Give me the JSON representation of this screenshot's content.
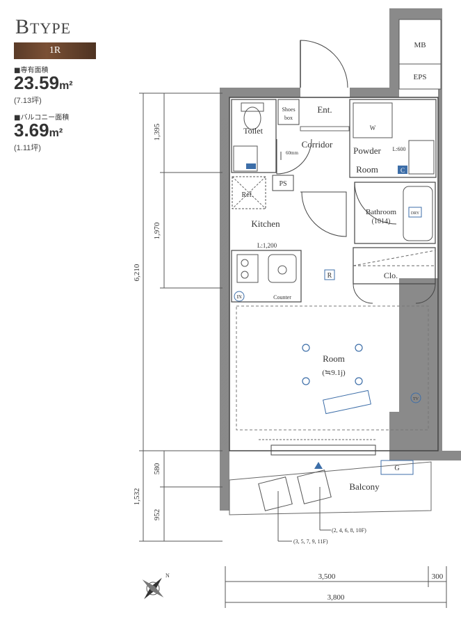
{
  "header": {
    "type_initial": "B",
    "type_rest": "TYPE",
    "layout": "1R",
    "private_area_label": "■専有面積",
    "private_area_value": "23.59",
    "area_unit": "m²",
    "private_area_tsubo": "(7.13坪)",
    "balcony_area_label": "■バルコニー面積",
    "balcony_area_value": "3.69",
    "balcony_area_tsubo": "(1.11坪)"
  },
  "rooms": {
    "mb": "MB",
    "eps": "EPS",
    "shoes_box_1": "Shoes",
    "shoes_box_2": "box",
    "entrance": "Ent.",
    "toilet": "Toilet",
    "corridor": "Corridor",
    "powder_room_1": "Powder",
    "powder_room_2": "Room",
    "washer": "W",
    "powder_l": "L:600",
    "corridor_dim": "60mm",
    "ps": "PS",
    "ref": "Ref.",
    "kitchen": "Kitchen",
    "kitchen_l": "L:1,200",
    "bathroom": "Bathroom",
    "bathroom_size": "(1014)",
    "dry": "DRY",
    "closet": "Clo.",
    "counter": "Counter",
    "main_room": "Room",
    "main_room_size": "(≒9.1j)",
    "balcony": "Balcony",
    "floors_a": "(2, 4, 6, 8, 10F)",
    "floors_b": "(3, 5, 7, 9, 11F)",
    "gas_meter": "G",
    "tv": "TV",
    "r_mark": "R",
    "in_mark": "IN",
    "c_mark": "C"
  },
  "dimensions": {
    "total_height": "6,210",
    "seg1": "1,395",
    "seg2": "1,970",
    "balcony_total": "1,532",
    "balcony_seg1": "580",
    "balcony_seg2": "952",
    "width_inner": "3,500",
    "width_extra": "300",
    "width_total": "3,800"
  },
  "compass": {
    "north": "N"
  },
  "colors": {
    "accent_blue": "#3d6ea8",
    "wall_gray": "#8a8a8a",
    "badge_brown": "#6a4530"
  }
}
